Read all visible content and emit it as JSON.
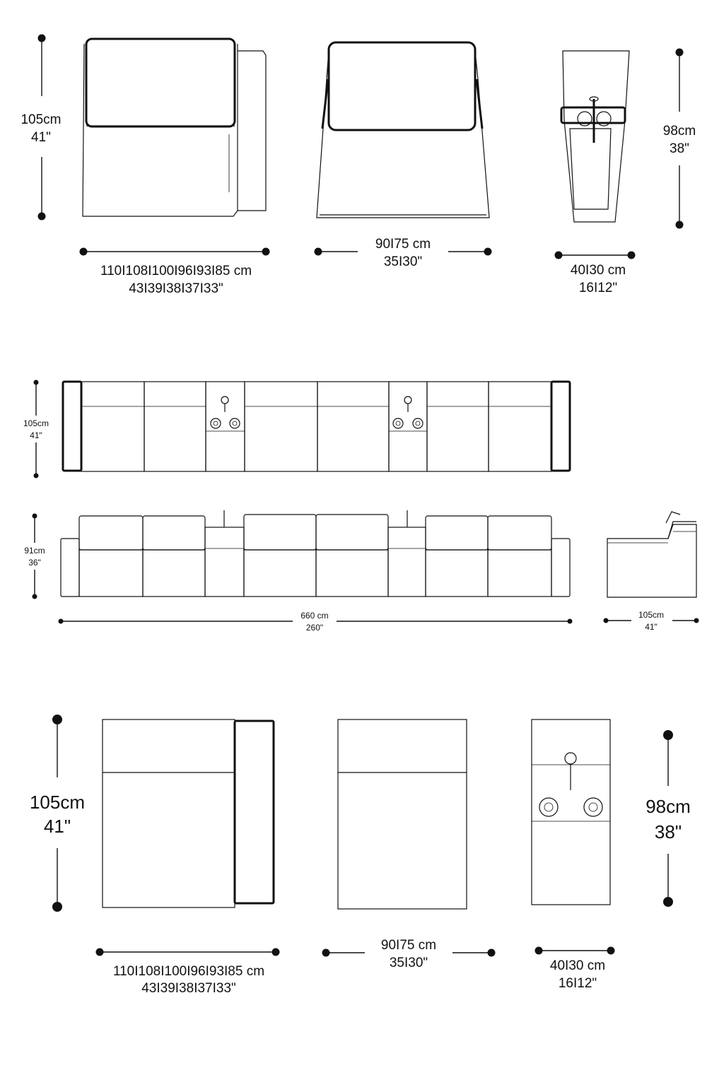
{
  "diagram": {
    "top_row": {
      "height_left": [
        "105cm",
        "41\""
      ],
      "height_right": [
        "98cm",
        "38\""
      ],
      "width_seat": [
        "110I108I100I96I93I85 cm",
        "43I39I38I37I33\""
      ],
      "width_mid": [
        "90I75 cm",
        "35I30\""
      ],
      "width_console": [
        "40I30 cm",
        "16I12\""
      ]
    },
    "middle_row": {
      "plan_height": [
        "105cm",
        "41\""
      ],
      "front_height": [
        "91cm",
        "36\""
      ],
      "total_length": [
        "660 cm",
        "260\""
      ],
      "side_depth": [
        "105cm",
        "41\""
      ]
    },
    "bottom_row": {
      "height_left": [
        "105cm",
        "41\""
      ],
      "height_right": [
        "98cm",
        "38\""
      ],
      "width_seat": [
        "110I108I100I96I93I85 cm",
        "43I39I38I37I33\""
      ],
      "width_mid": [
        "90I75 cm",
        "35I30\""
      ],
      "width_console": [
        "40I30 cm",
        "16I12\""
      ]
    }
  }
}
